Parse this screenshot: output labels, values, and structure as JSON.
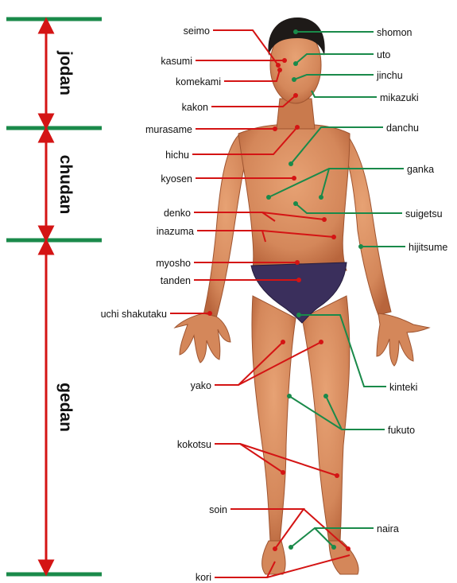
{
  "zones": {
    "jodan": "jodan",
    "chudan": "chudan",
    "gedan": "gedan"
  },
  "points_red": {
    "seimo": "seimo",
    "kasumi": "kasumi",
    "komekami": "komekami",
    "kakon": "kakon",
    "murasame": "murasame",
    "hichu": "hichu",
    "kyosen": "kyosen",
    "denko": "denko",
    "inazuma": "inazuma",
    "myosho": "myosho",
    "tanden": "tanden",
    "uchi_shakutaku": "uchi shakutaku",
    "yako": "yako",
    "kokotsu": "kokotsu",
    "soin": "soin",
    "kori": "kori"
  },
  "points_green": {
    "shomon": "shomon",
    "uto": "uto",
    "jinchu": "jinchu",
    "mikazuki": "mikazuki",
    "danchu": "danchu",
    "ganka": "ganka",
    "suigetsu": "suigetsu",
    "hijitsume": "hijitsume",
    "kinteki": "kinteki",
    "fukuto": "fukuto",
    "naira": "naira"
  },
  "colors": {
    "zone_line": "#1a8a4a",
    "arrow": "#d41414",
    "red_point": "#d41414",
    "green_point": "#1a8a4a",
    "skin": "#d98c5f",
    "skin_dark": "#b8653c",
    "hair": "#1e1a18",
    "briefs": "#3a2f5c"
  }
}
